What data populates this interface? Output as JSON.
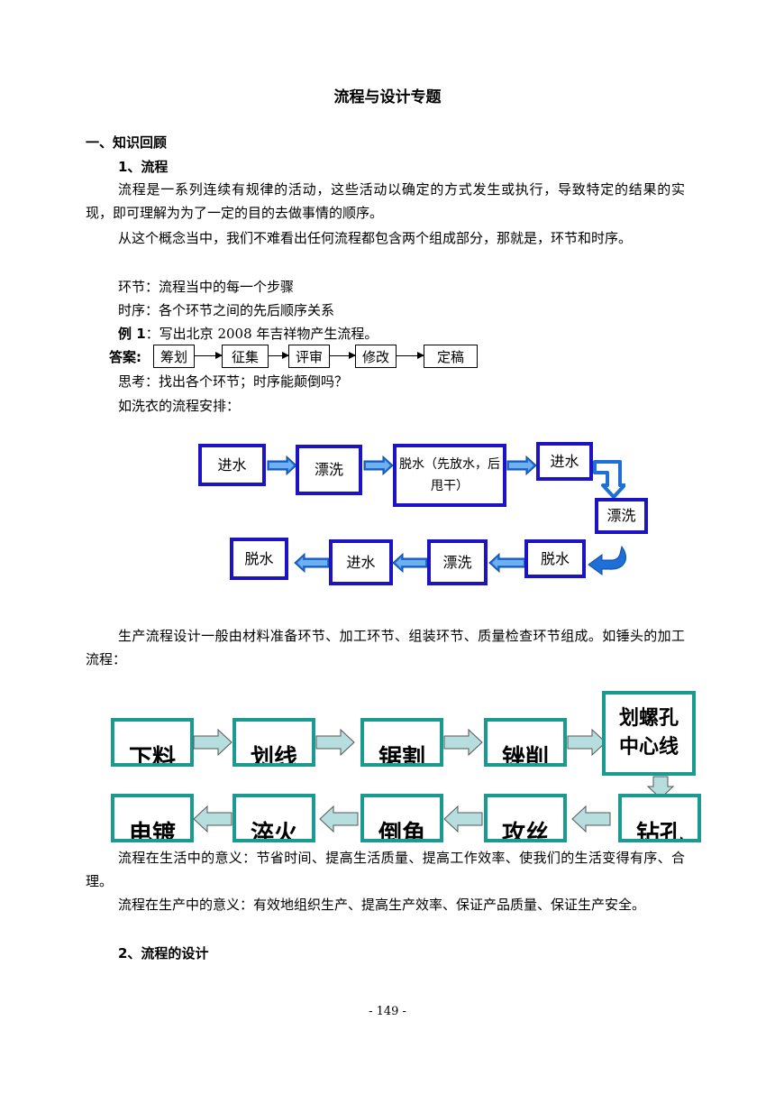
{
  "title": "流程与设计专题",
  "section1": "一、知识回顾",
  "sub1": "1、流程",
  "p1": "流程是一系列连续有规律的活动，这些活动以确定的方式发生或执行，导致特定的结果的实现，即可理解为为了一定的目的去做事情的顺序。",
  "p2": "从这个概念当中，我们不难看出任何流程都包含两个组成部分，那就是，环节和时序。",
  "line_step": "环节：流程当中的每一个步骤",
  "line_order": "时序：各个环节之间的先后顺序关系",
  "example1_label": "例 1",
  "example1_text": "：写出北京 2008 年吉祥物产生流程。",
  "answer_label": "答案:",
  "mascot_steps": [
    "筹划",
    "征集",
    "评审",
    "修改",
    "定稿"
  ],
  "think": "思考：找出各个环节；时序能颠倒吗？",
  "wash_intro": "如洗衣的流程安排：",
  "wash": {
    "row1": [
      "进水",
      "漂洗",
      "脱水（先放水，后甩干）",
      "进水"
    ],
    "right": "漂洗",
    "row2": [
      "脱水",
      "进水",
      "漂洗",
      "脱水"
    ]
  },
  "p3": "生产流程设计一般由材料准备环节、加工环节、组装环节、质量检查环节组成。如锤头的加工流程：",
  "hammer": {
    "row1": [
      "下料",
      "划线",
      "锯割",
      "锉削"
    ],
    "big": "划螺孔中心线",
    "row2": [
      "电镀",
      "淬火",
      "倒角",
      "攻丝",
      "钻孔"
    ]
  },
  "p4": "流程在生活中的意义：节省时间、提高生活质量、提高工作效率、使我们的生活变得有序、合理。",
  "p5": "流程在生产中的意义：有效地组织生产、提高生产效率、保证产品质量、保证生产安全。",
  "sub2": "2、流程的设计",
  "page_number": "- 149 -",
  "colors": {
    "wash_border": "#1c14c2",
    "wash_arrow": "#1e6fd6",
    "hammer_border": "#1a9a90",
    "hammer_arrow": "#b6dede"
  }
}
